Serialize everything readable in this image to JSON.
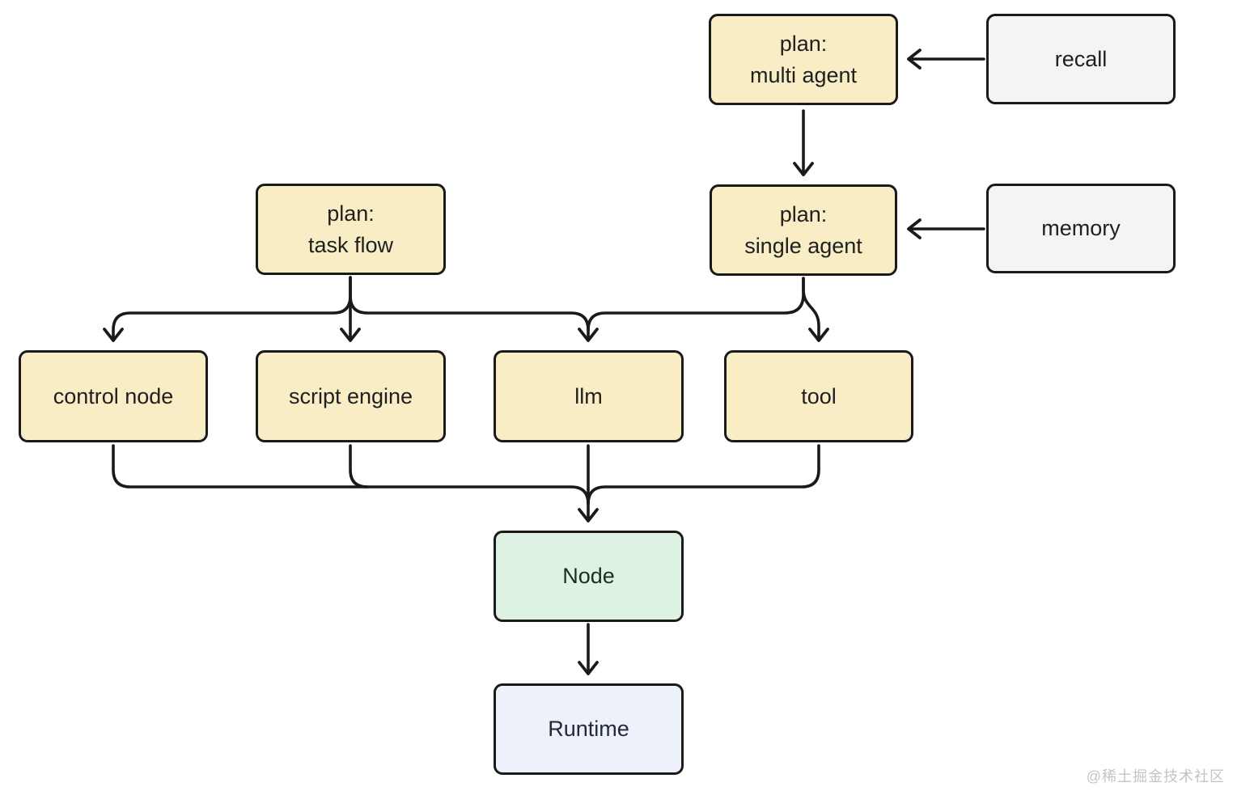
{
  "palette": {
    "background": "#ffffff",
    "plan_fill": "#f9edc5",
    "aux_fill": "#f4f4f5",
    "node_fill": "#def2e3",
    "runtime_fill": "#edf1fa",
    "border_color": "#1a1a1a",
    "line_color": "#1a1a1a",
    "text_color": "#1f1f1f",
    "watermark_color": "#c4c4c4"
  },
  "diagram": {
    "nodes": [
      {
        "id": "plan-multi-agent",
        "label": "plan:\nmulti agent",
        "kind": "plan"
      },
      {
        "id": "recall",
        "label": "recall",
        "kind": "aux"
      },
      {
        "id": "plan-single-agent",
        "label": "plan:\nsingle agent",
        "kind": "plan"
      },
      {
        "id": "memory",
        "label": "memory",
        "kind": "aux"
      },
      {
        "id": "plan-task-flow",
        "label": "plan:\ntask flow",
        "kind": "plan"
      },
      {
        "id": "control-node",
        "label": "control node",
        "kind": "plan"
      },
      {
        "id": "script-engine",
        "label": "script engine",
        "kind": "plan"
      },
      {
        "id": "llm",
        "label": "llm",
        "kind": "plan"
      },
      {
        "id": "tool",
        "label": "tool",
        "kind": "plan"
      },
      {
        "id": "node",
        "label": "Node",
        "kind": "node"
      },
      {
        "id": "runtime",
        "label": "Runtime",
        "kind": "runtime"
      }
    ],
    "edges": [
      {
        "from": "recall",
        "to": "plan-multi-agent"
      },
      {
        "from": "memory",
        "to": "plan-single-agent"
      },
      {
        "from": "plan-multi-agent",
        "to": "plan-single-agent"
      },
      {
        "from": "plan-task-flow",
        "to": "control-node"
      },
      {
        "from": "plan-task-flow",
        "to": "script-engine"
      },
      {
        "from": "plan-task-flow",
        "to": "llm"
      },
      {
        "from": "plan-single-agent",
        "to": "llm"
      },
      {
        "from": "plan-single-agent",
        "to": "tool"
      },
      {
        "from": "control-node",
        "to": "node"
      },
      {
        "from": "script-engine",
        "to": "node"
      },
      {
        "from": "llm",
        "to": "node"
      },
      {
        "from": "tool",
        "to": "node"
      },
      {
        "from": "node",
        "to": "runtime"
      }
    ]
  },
  "watermark": "@稀土掘金技术社区"
}
